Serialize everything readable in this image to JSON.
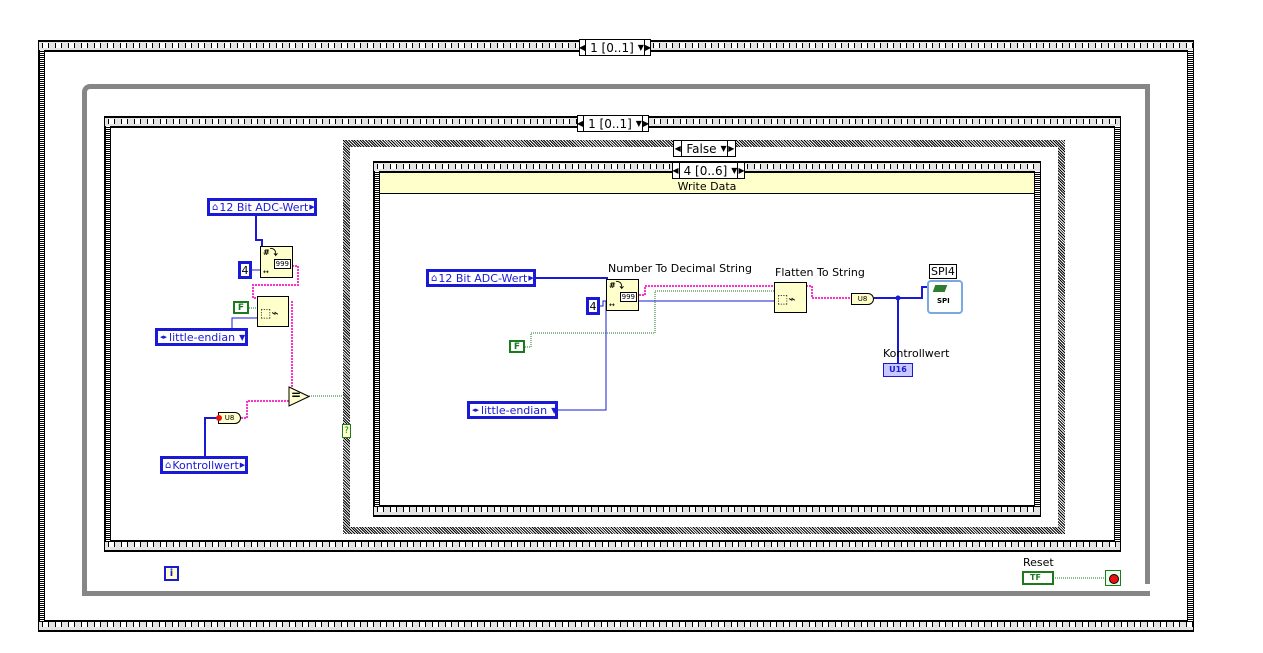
{
  "outer_sequence": {
    "selector_label": "1 [0..1]"
  },
  "inner_sequence": {
    "selector_label": "1 [0..1]"
  },
  "case_structure": {
    "selector_label": "False"
  },
  "stacked_sequence": {
    "selector_label": "4 [0..6]",
    "frame_title": "Write Data"
  },
  "left_section": {
    "adc_local": "12 Bit ADC-Wert",
    "width_const": "4",
    "bool_const": "F",
    "endian_enum": "little-endian",
    "kontroll_local": "Kontrollwert",
    "u8_conv": "U8",
    "equals_symbol": "=",
    "case_selector_term": "?"
  },
  "write_frame": {
    "adc_local": "12 Bit ADC-Wert",
    "width_const": "4",
    "bool_const": "F",
    "endian_enum": "little-endian",
    "num_to_dec_label": "Number To Decimal String",
    "flatten_label": "Flatten To String",
    "u8_conv": "U8",
    "kontroll_label": "Kontrollwert",
    "kontroll_indicator": "U16",
    "spi_label": "SPI4",
    "spi_icon_text": "SPI",
    "dec_node_text": "999"
  },
  "bottom": {
    "iteration_terminal": "i",
    "reset_label": "Reset",
    "reset_terminal": "TF"
  },
  "colors": {
    "wire_numeric": "#1a1ad6",
    "wire_string": "#ff33cc",
    "wire_boolean": "#1c7a1c",
    "node_fill": "#ffffcc",
    "loop_border": "#868686",
    "stop_red": "#ee1111"
  }
}
